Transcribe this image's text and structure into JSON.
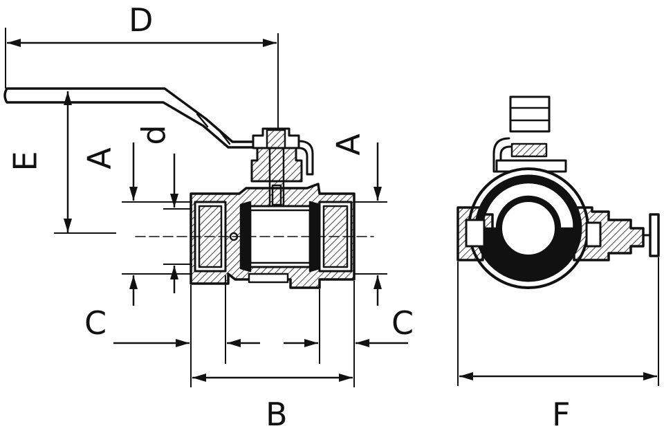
{
  "figure": {
    "subject": "ball valve dimension drawing",
    "views": [
      "front-section",
      "side-section"
    ]
  },
  "labels": {
    "D": "D",
    "E": "E",
    "A_left": "A",
    "d": "d",
    "A_right": "A",
    "C_left": "C",
    "C_right": "C",
    "B": "B",
    "F": "F"
  },
  "colors": {
    "line": "#111111",
    "background": "#ffffff",
    "hatch": "#111111"
  }
}
